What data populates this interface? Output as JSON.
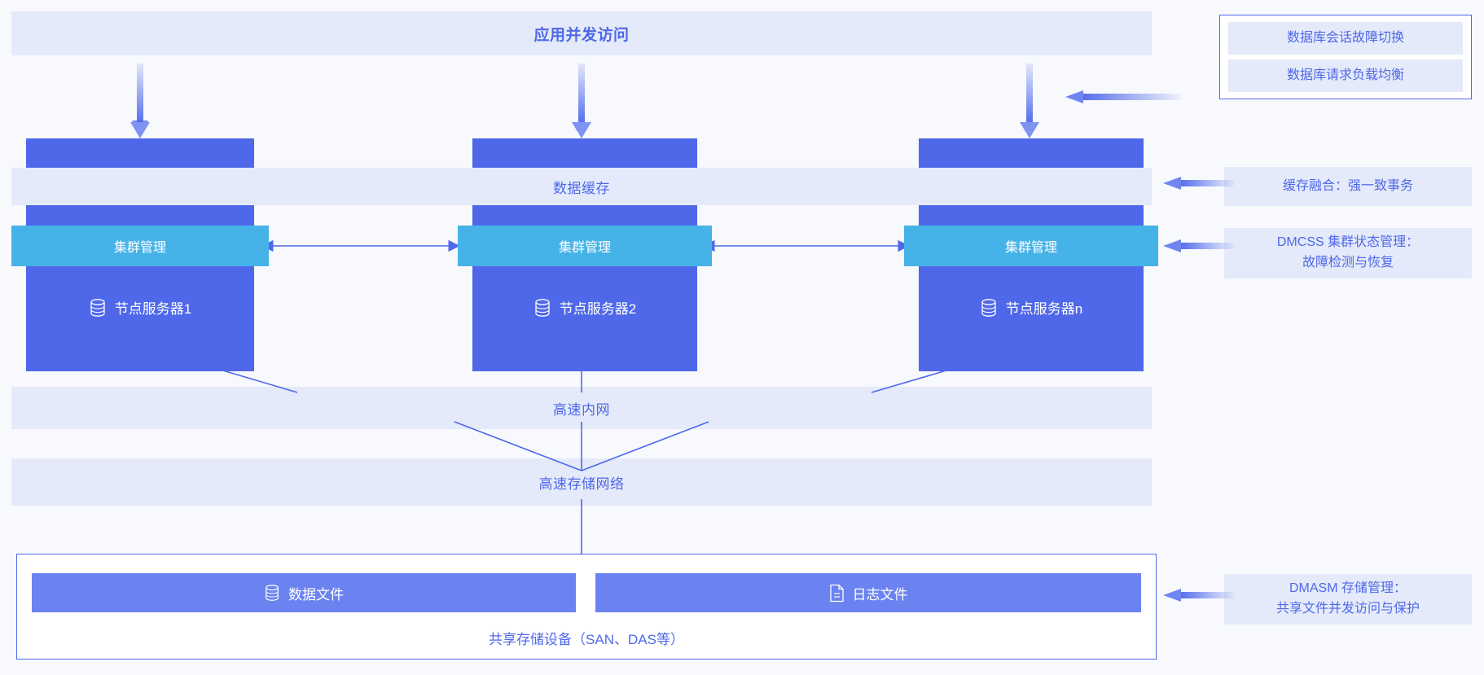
{
  "diagram": {
    "title_band": {
      "label": "应用并发访问"
    },
    "cache_band": {
      "label": "数据缓存"
    },
    "intranet_band": {
      "label": "高速内网"
    },
    "storage_network_band": {
      "label": "高速存储网络"
    },
    "nodes": [
      {
        "cluster_label": "集群管理",
        "server_label": "节点服务器1",
        "icon": "database-icon"
      },
      {
        "cluster_label": "集群管理",
        "server_label": "节点服务器2",
        "icon": "database-icon"
      },
      {
        "cluster_label": "集群管理",
        "server_label": "节点服务器n",
        "icon": "database-icon"
      }
    ],
    "storage": {
      "caption": "共享存储设备（SAN、DAS等）",
      "files": [
        {
          "label": "数据文件",
          "icon": "database-icon"
        },
        {
          "label": "日志文件",
          "icon": "document-icon"
        }
      ]
    },
    "annotations": {
      "top_group": [
        {
          "label": "数据库会话故障切换"
        },
        {
          "label": "数据库请求负载均衡"
        }
      ],
      "cache": {
        "label": "缓存融合：强一致事务"
      },
      "dmcss": {
        "line1": "DMCSS 集群状态管理：",
        "line2": "故障检测与恢复"
      },
      "dmasm": {
        "line1": "DMASM 存储管理：",
        "line2": "共享文件并发访问与保护"
      }
    }
  },
  "colors": {
    "deep_blue": "#4f68ea",
    "light_blue": "#46b3e8",
    "band_bg": "#e4eaf9",
    "file_blue": "#6b83f0",
    "page_bg": "#f7f9fd",
    "white": "#ffffff"
  }
}
